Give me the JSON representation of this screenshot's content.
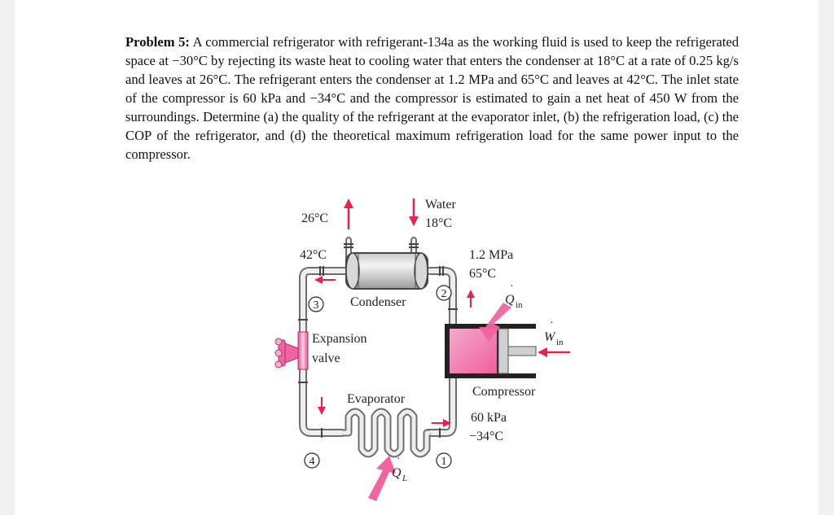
{
  "problem": {
    "label": "Problem 5:",
    "text": "A commercial refrigerator with refrigerant-134a as the working fluid is used to keep the refrigerated space at −30°C by rejecting its waste heat to cooling water that enters the condenser at 18°C at a rate of 0.25 kg/s and leaves at 26°C. The refrigerant enters the condenser at 1.2 MPa and 65°C and leaves at 42°C. The inlet state of the compressor is 60 kPa and −34°C and the compressor is estimated to gain a net heat of 450 W from the surroundings. Determine (a) the quality of the refrigerant at the evaporator inlet, (b) the refrigeration load, (c) the COP of the refrigerator, and (d) the theoretical maximum refrigeration load for the same power input to the compressor."
  },
  "figure": {
    "water_out_temp": "26°C",
    "water_label": "Water",
    "water_in_temp": "18°C",
    "condenser_exit_temp": "42°C",
    "condenser_inlet_pressure": "1.2 MPa",
    "condenser_inlet_temp": "65°C",
    "q_in_symbol": "Q",
    "q_in_subscript": "in",
    "state_3": "3",
    "state_2": "2",
    "state_4": "4",
    "state_1": "1",
    "condenser_label": "Condenser",
    "expansion_valve_line1": "Expansion",
    "expansion_valve_line2": "valve",
    "w_in_symbol": "W",
    "w_in_subscript": "in",
    "compressor_label": "Compressor",
    "evaporator_label": "Evaporator",
    "compressor_inlet_pressure": "60 kPa",
    "compressor_inlet_temp": "−34°C",
    "q_l_symbol": "Q",
    "q_l_subscript": "L"
  },
  "colors": {
    "pink": "#f064a0",
    "pink_light": "#f7b3cf",
    "pipe_gray": "#6e6e6e",
    "red_arrow": "#e8224a"
  }
}
